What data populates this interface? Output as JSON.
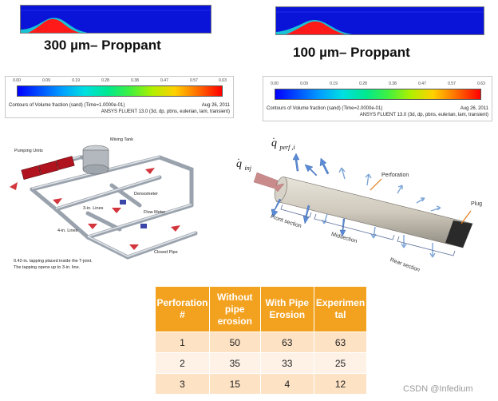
{
  "sims": [
    {
      "caption": "300 µm– Proppant"
    },
    {
      "caption": "100 µm– Proppant"
    }
  ],
  "colorbars": [
    {
      "ticks": [
        "0.00",
        "0.09",
        "0.19",
        "0.28",
        "0.38",
        "0.47",
        "0.57",
        "0.63"
      ],
      "line1_left": "Contours of Volume fraction (sand)  (Time=1.0000e-01)",
      "line1_right": "Aug 26, 2011",
      "line2": "ANSYS FLUENT 13.0 (3d, dp, pbns, eulerian, lam, transient)"
    },
    {
      "ticks": [
        "0.00",
        "0.09",
        "0.19",
        "0.28",
        "0.38",
        "0.47",
        "0.57",
        "0.63"
      ],
      "line1_left": "Contours of Volume fraction (sand)  (Time=2.0000e-01)",
      "line1_right": "Aug 26, 2011",
      "line2": "ANSYS FLUENT 13.0 (3d, dp, pbns, eulerian, lam, transient)"
    }
  ],
  "loop_diagram": {
    "pumping_units": "Pumping Units",
    "mixing_tank": "Mixing Tank",
    "densometer": "Densometer",
    "three_in_lines": "3-in. Lines",
    "flow_meter": "Flow Meter",
    "four_in_lines": "4-in. Lines",
    "closed_pipe": "Closed Pipe",
    "note_line1": "0.42-in. tapping placed inside the T-joint.",
    "note_line2": "The tapping opens up to 3-in. line."
  },
  "pipe_diagram": {
    "q_perf": "q",
    "q_perf_sub": "perf ,i",
    "q_inj": "q",
    "q_inj_sub": "inj",
    "perforation": "Perforation",
    "plug": "Plug",
    "front_section": "Front section",
    "midsection": "Midsection",
    "rear_section": "Rear section"
  },
  "table": {
    "headers": [
      "Perforation #",
      "Without pipe erosion",
      "With Pipe Erosion",
      "Experimen tal"
    ],
    "rows": [
      [
        "1",
        "50",
        "63",
        "63"
      ],
      [
        "2",
        "35",
        "33",
        "25"
      ],
      [
        "3",
        "15",
        "4",
        "12"
      ]
    ]
  },
  "watermark": "CSDN @Infedium",
  "colors": {
    "table_header": "#f3a21f",
    "table_row_odd": "#fde2c4",
    "table_row_even": "#fef2e6",
    "sim_bg": "#0a14d8",
    "sand": "#ff1a1a"
  }
}
